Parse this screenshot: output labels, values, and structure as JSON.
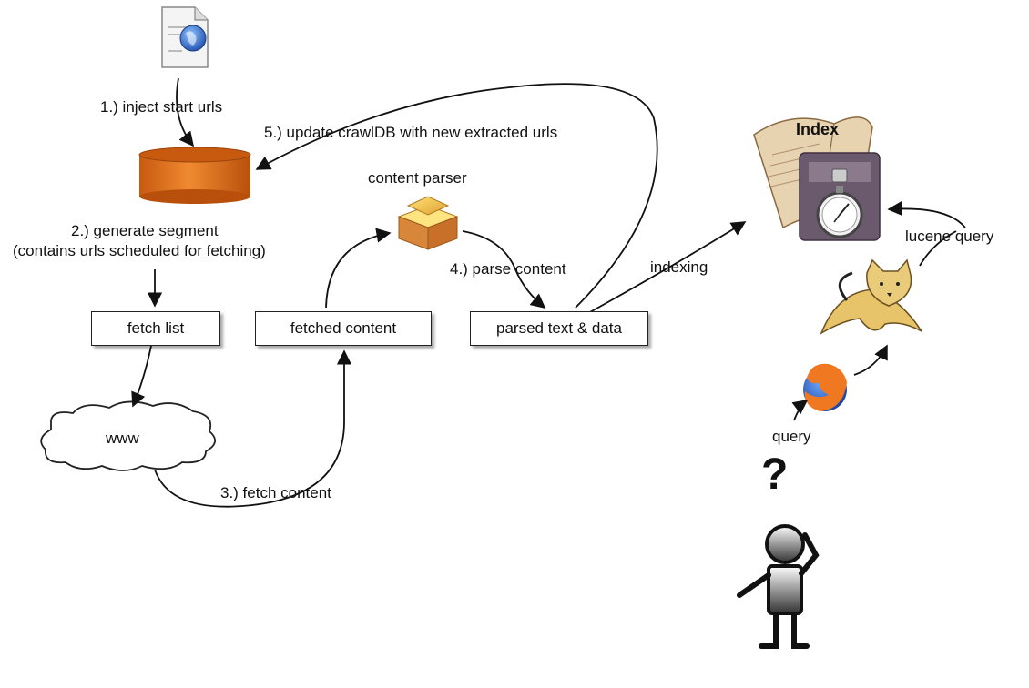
{
  "labels": {
    "step1": "1.) inject start urls",
    "step5": "5.) update crawlDB with new extracted urls",
    "step2_line1": "2.) generate segment",
    "step2_line2": "(contains urls scheduled for fetching)",
    "content_parser": "content parser",
    "step4": "4.) parse content",
    "indexing": "indexing",
    "index": "Index",
    "lucene_query": "lucene query",
    "step3": "3.) fetch content",
    "query": "query",
    "question_mark": "?"
  },
  "boxes": {
    "fetch_list": "fetch list",
    "fetched_content": "fetched content",
    "parsed_text": "parsed text & data"
  },
  "cloud": {
    "label": "www"
  },
  "colors": {
    "crawldb": "#e0701e",
    "crawldb_top": "#c85a10",
    "box_border": "#222222"
  },
  "icons": [
    "document-globe-icon",
    "crawldb-cylinder-icon",
    "content-parser-package-icon",
    "index-book-icon",
    "stopwatch-icon",
    "tomcat-cat-icon",
    "firefox-browser-icon",
    "person-icon",
    "www-cloud-icon"
  ]
}
